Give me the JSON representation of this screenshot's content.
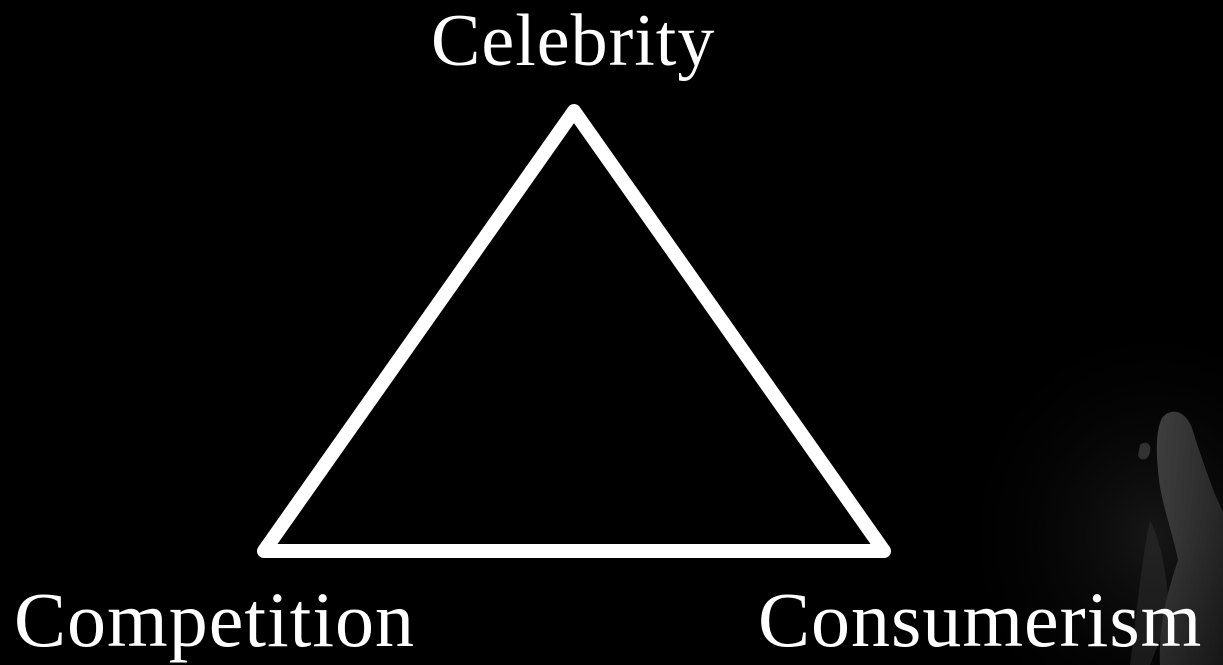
{
  "diagram": {
    "vertices": {
      "top": "Celebrity",
      "bottom_left": "Competition",
      "bottom_right": "Consumerism"
    }
  },
  "colors": {
    "background": "#000000",
    "stroke": "#ffffff",
    "text": "#ffffff",
    "figure_shade": "#1c1c1c"
  }
}
